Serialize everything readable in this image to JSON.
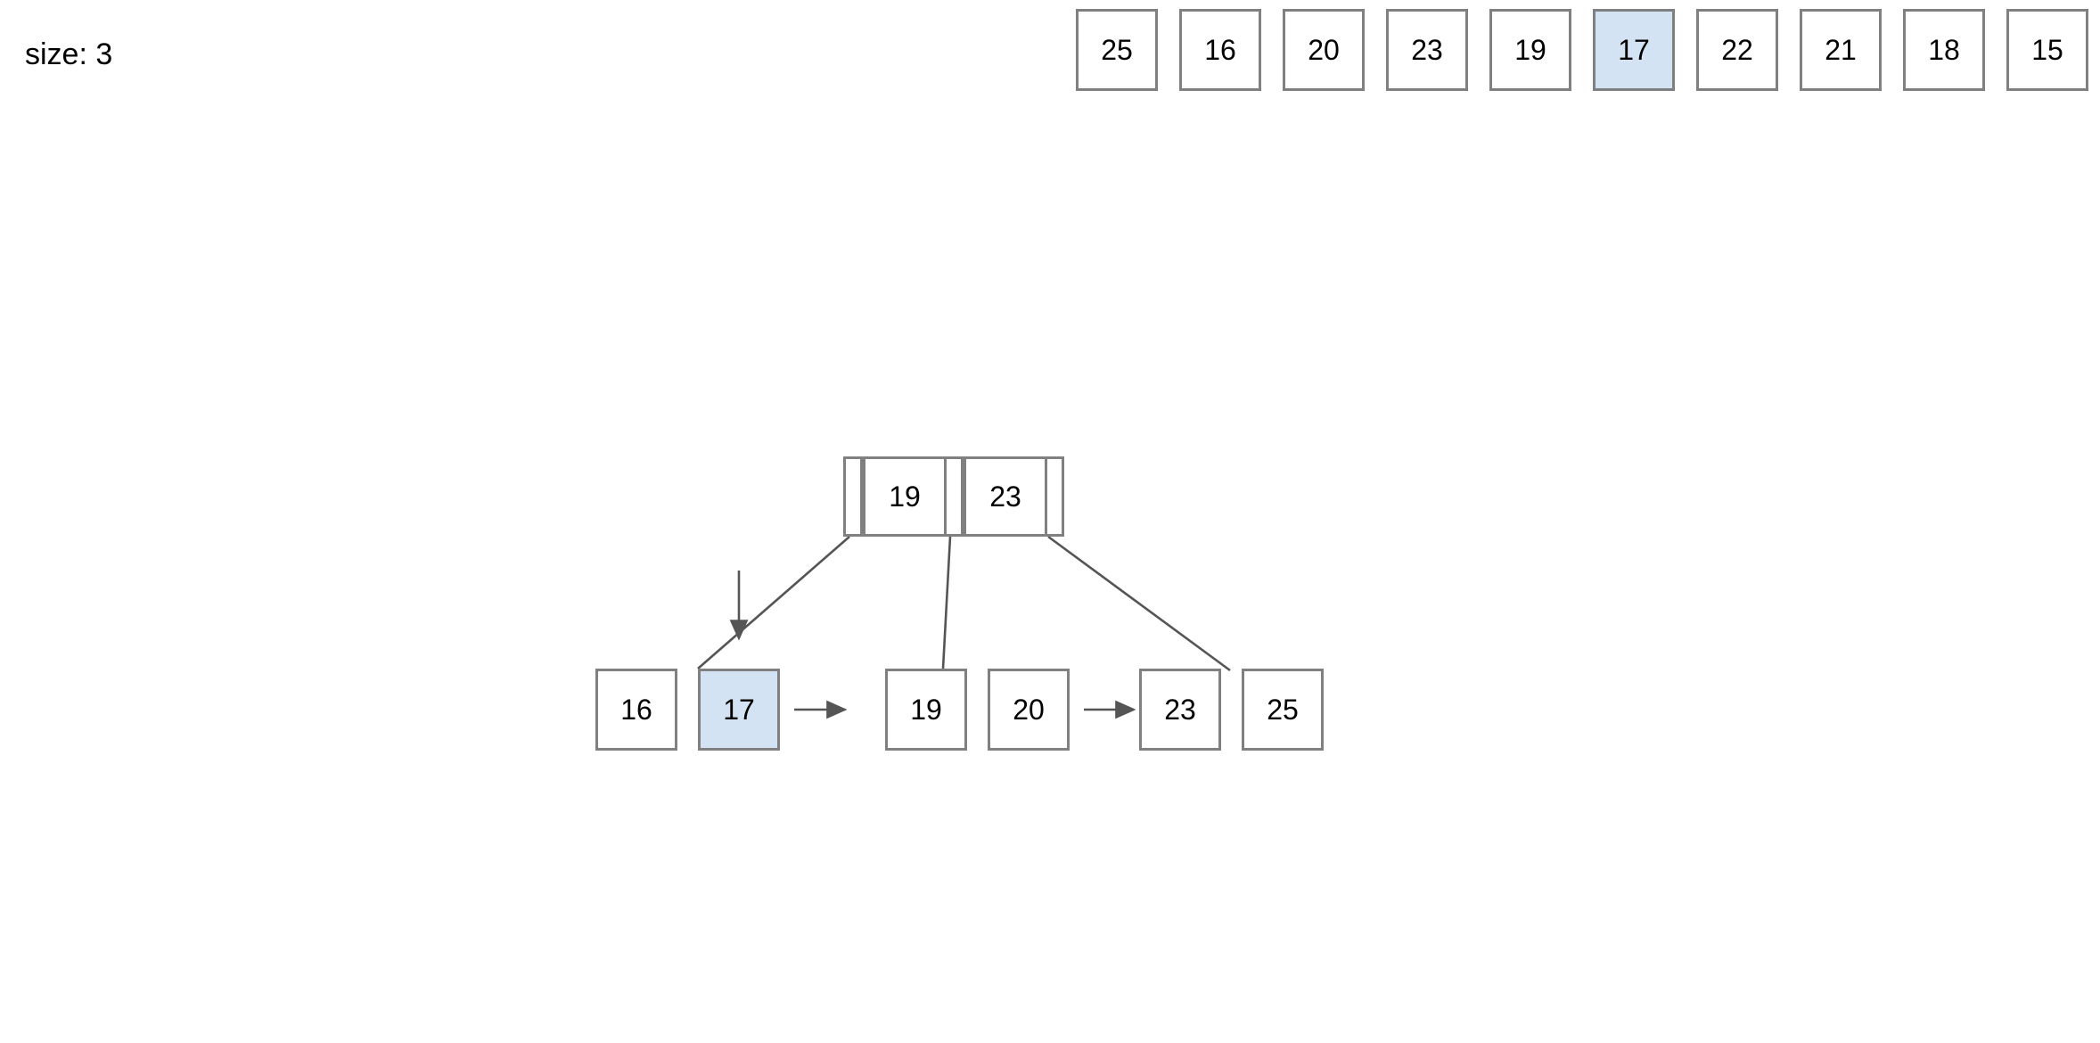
{
  "status": {
    "size_label": "size: 3"
  },
  "queue": {
    "name": "input-queue",
    "items": [
      {
        "value": "25",
        "highlight": false
      },
      {
        "value": "16",
        "highlight": false
      },
      {
        "value": "20",
        "highlight": false
      },
      {
        "value": "23",
        "highlight": false
      },
      {
        "value": "19",
        "highlight": false
      },
      {
        "value": "17",
        "highlight": true
      },
      {
        "value": "22",
        "highlight": false
      },
      {
        "value": "21",
        "highlight": false
      },
      {
        "value": "18",
        "highlight": false
      },
      {
        "value": "15",
        "highlight": false
      }
    ]
  },
  "tree": {
    "root": {
      "keys": [
        "19",
        "23"
      ]
    },
    "leaves": [
      {
        "values": [
          {
            "value": "16",
            "highlight": false
          },
          {
            "value": "17",
            "highlight": true
          }
        ]
      },
      {
        "values": [
          {
            "value": "19",
            "highlight": false
          },
          {
            "value": "20",
            "highlight": false
          }
        ]
      },
      {
        "values": [
          {
            "value": "23",
            "highlight": false
          },
          {
            "value": "25",
            "highlight": false
          }
        ]
      }
    ]
  },
  "colors": {
    "highlight": "#d3e3f3",
    "border": "#808080",
    "edge": "#555555",
    "text": "#000000",
    "background": "#ffffff"
  }
}
